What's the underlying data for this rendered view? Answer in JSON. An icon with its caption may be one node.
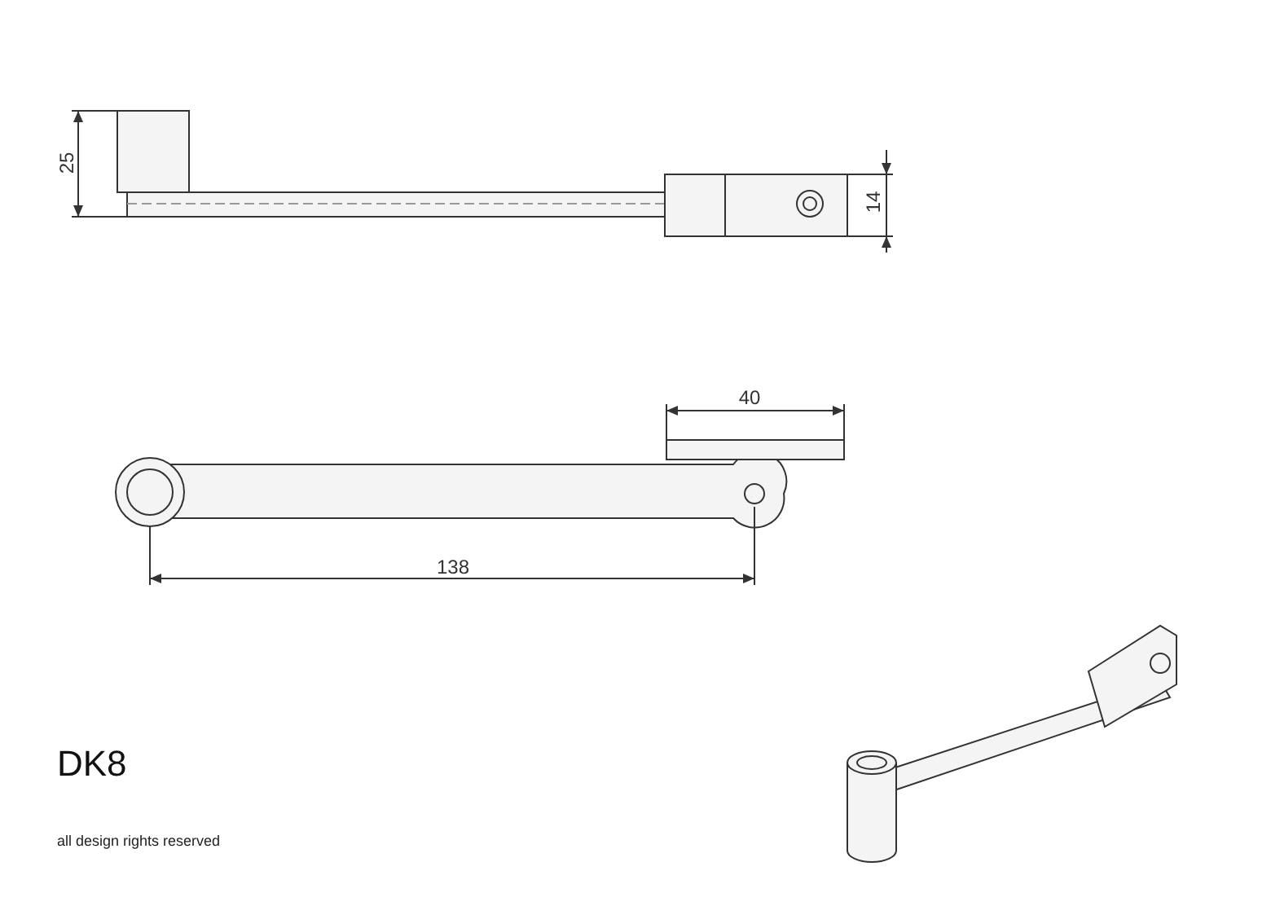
{
  "diagram": {
    "labels": [
      "25",
      "14",
      "40",
      "138",
      "DK8",
      "all design rights reserved"
    ]
  }
}
